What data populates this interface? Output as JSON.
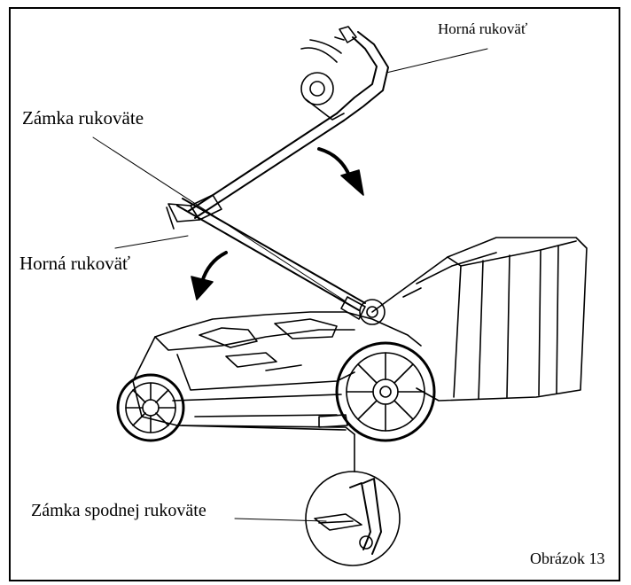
{
  "labels": {
    "upper_handle_top": "Horná rukoväť",
    "handle_lock": "Zámka rukoväte",
    "upper_handle_mid": "Horná rukoväť",
    "lower_handle_lock": "Zámka spodnej rukoväte",
    "figure_caption": "Obrázok 13"
  },
  "colors": {
    "line": "#000000",
    "background": "#ffffff"
  }
}
